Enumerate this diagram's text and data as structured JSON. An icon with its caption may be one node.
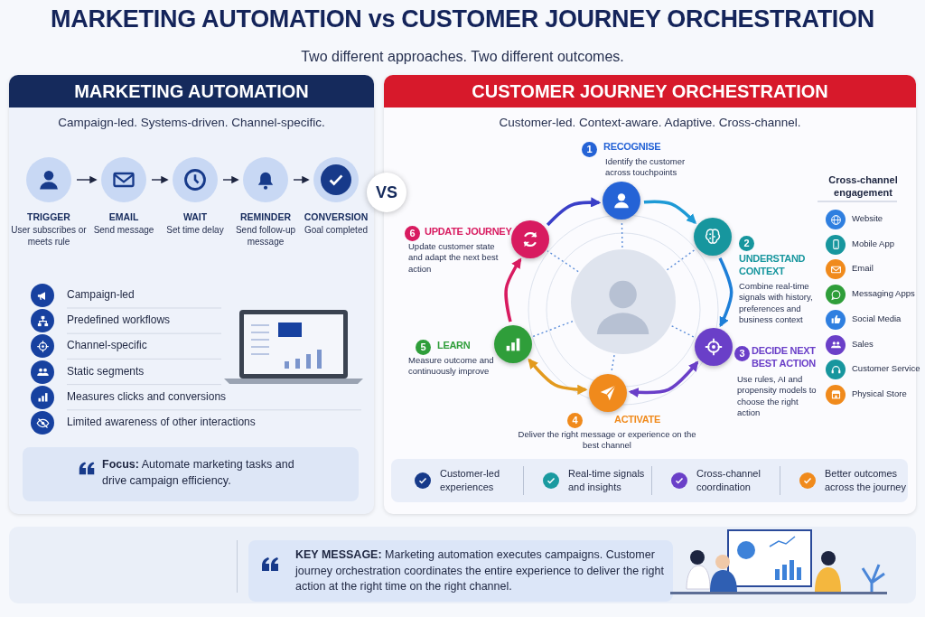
{
  "diagram": {
    "title": "MARKETING AUTOMATION vs CUSTOMER JOURNEY ORCHESTRATION",
    "nodes": [
      {
        "text": [
          "MARKETING AUTOMATION",
          "Campaign-led. Systems-driven. Channel-specific."
        ]
      },
      {
        "text": [
          "TRIGGER",
          "User subscribes or meets rule"
        ],
        "in": 0
      },
      {
        "text": [
          "EMAIL",
          "Send message"
        ],
        "in": 0
      },
      {
        "text": [
          "WAIT",
          "Set time delay"
        ],
        "in": 0
      },
      {
        "text": [
          "REMINDER",
          "Send follow-up message"
        ],
        "in": 0
      },
      {
        "text": [
          "CONVERSION",
          "Goal completed"
        ],
        "in": 0
      },
      {
        "text": [
          "**Focus:** Automate marketing tasks and drive campaign efficiency."
        ],
        "in": 0
      },
      {
        "text": [
          "CUSTOMER JOURNEY ORCHESTRATION",
          "Customer-led. Context-aware. Adaptive. Cross-channel."
        ]
      },
      {
        "text": [
          "1",
          "RECOGNISE",
          "Identify the customer across touchpoints"
        ],
        "in": 7
      },
      {
        "text": [
          "2",
          "UNDERSTAND CONTEXT",
          "Combine real-time signals with history, preferences and business context"
        ],
        "in": 7
      },
      {
        "text": [
          "3",
          "DECIDE NEXT BEST ACTION",
          "Use rules, AI and propensity models to choose the right action"
        ],
        "in": 7
      },
      {
        "text": [
          "4",
          "ACTIVATE",
          "Deliver the right message or experience on the best channel"
        ],
        "in": 7
      },
      {
        "text": [
          "5",
          "LEARN",
          "Measure outcome and continuously improve"
        ],
        "in": 7
      },
      {
        "text": [
          "6",
          "UPDATE JOURNEY",
          "Update customer state and adapt the next best action"
        ],
        "in": 7
      },
      {
        "text": [],
        "shape": "picture",
        "in": 7
      },
      {
        "text": [
          "Customer-led experiences",
          "Real-time signals and insights",
          "Cross-channel coordination",
          "Better outcomes across the journey"
        ],
        "in": 7
      },
      {
        "text": [
          "VS"
        ]
      },
      {
        "text": [
          "**KEY MESSAGE:** Marketing automation executes campaigns. Customer journey orchestration coordinates the entire experience to deliver the right action at the right time on the right channel."
        ]
      }
    ],
    "edges": [
      {
        "from": 1,
        "to": 2,
        "arrow": "to",
        "color": "#1d2540"
      },
      {
        "from": 2,
        "to": 3,
        "arrow": "to",
        "color": "#1d2540"
      },
      {
        "from": 3,
        "to": 4,
        "arrow": "to",
        "color": "#1d2540"
      },
      {
        "from": 4,
        "to": 5,
        "arrow": "to",
        "color": "#1d2540"
      },
      {
        "from": 8,
        "to": 9,
        "arrow": "to",
        "style": "thick",
        "color": "#1e9ad6"
      },
      {
        "from": 9,
        "to": 10,
        "arrow": "to",
        "style": "thick",
        "color": "#1e7fd8"
      },
      {
        "from": 10,
        "to": 11,
        "arrow": "both",
        "style": "thick",
        "color": "#6a3fc8"
      },
      {
        "from": 11,
        "to": 12,
        "arrow": "both",
        "style": "thick",
        "color": "#e39a1e"
      },
      {
        "from": 12,
        "to": 13,
        "arrow": "to",
        "style": "thick",
        "color": "#d81b60"
      },
      {
        "from": 13,
        "to": 8,
        "arrow": "to",
        "style": "thick",
        "color": "#3a3fc8"
      },
      {
        "from": 14,
        "to": 8,
        "arrow": "none",
        "style": "dashed",
        "color": "#5b8dd9"
      },
      {
        "from": 14,
        "to": 9,
        "arrow": "none",
        "style": "dashed",
        "color": "#5b8dd9"
      },
      {
        "from": 14,
        "to": 10,
        "arrow": "none",
        "style": "dashed",
        "color": "#5b8dd9"
      },
      {
        "from": 14,
        "to": 11,
        "arrow": "none",
        "style": "dashed",
        "color": "#5b8dd9"
      },
      {
        "from": 14,
        "to": 12,
        "arrow": "none",
        "style": "dashed",
        "color": "#5b8dd9"
      },
      {
        "from": 14,
        "to": 13,
        "arrow": "none",
        "style": "dashed",
        "color": "#5b8dd9"
      }
    ],
    "labels": [
      "Two different approaches. Two different outcomes.",
      "Campaign-led",
      "Predefined workflows",
      "Channel-specific",
      "Static segments",
      "Measures clicks and conversions",
      "Limited awareness of other interactions",
      "Cross-channel engagement",
      "Website",
      "Mobile App",
      "Email",
      "Messaging Apps",
      "Social Media",
      "Sales",
      "Customer Service",
      "Physical Store"
    ]
  }
}
